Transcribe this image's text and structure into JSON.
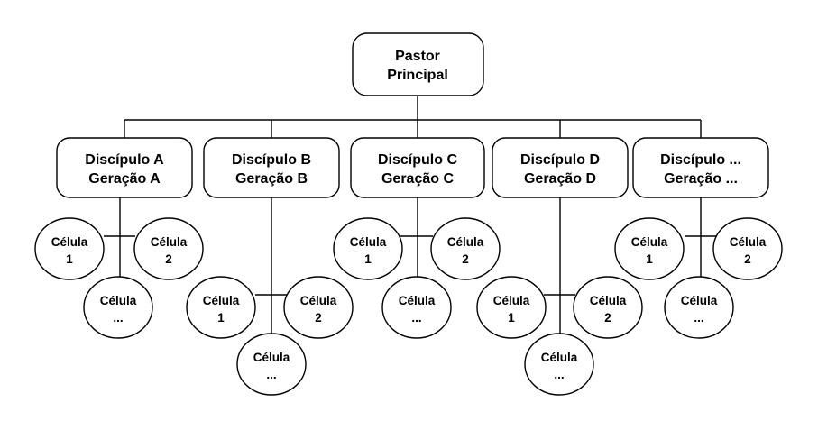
{
  "diagram": {
    "root": {
      "line1": "Pastor",
      "line2": "Principal"
    },
    "disciples": [
      {
        "line1": "Discípulo A",
        "line2": "Geração A"
      },
      {
        "line1": "Discípulo B",
        "line2": "Geração B"
      },
      {
        "line1": "Discípulo C",
        "line2": "Geração C"
      },
      {
        "line1": "Discípulo D",
        "line2": "Geração D"
      },
      {
        "line1": "Discípulo ...",
        "line2": "Geração ..."
      }
    ],
    "cells": [
      {
        "line1": "Célula",
        "line2": "1"
      },
      {
        "line1": "Célula",
        "line2": "2"
      },
      {
        "line1": "Célula",
        "line2": "..."
      }
    ]
  }
}
